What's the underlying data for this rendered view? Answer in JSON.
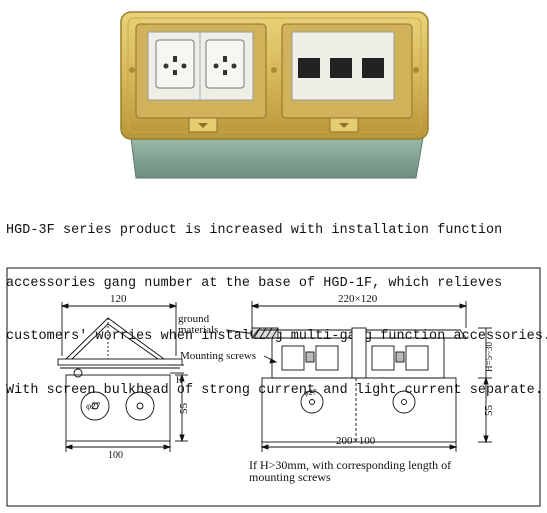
{
  "description": {
    "lines": [
      "HGD-3F series product is increased with installation function",
      "accessories gang number at the base of HGD-1F, which relieves",
      "customers' worries when installing multi-gang function accessories.",
      "With screen bulkhead of strong current and light current separate."
    ]
  },
  "drawing": {
    "left_view": {
      "width_top": "120",
      "width_bottom": "100",
      "height_small": "H",
      "height_main": "55",
      "socket_dia": "φ27"
    },
    "right_view": {
      "width_top": "220×120",
      "width_bottom": "200×100",
      "height_small": "H=5~30",
      "height_main": "55",
      "socket_dia": "φ27"
    },
    "labels": {
      "ground": "ground",
      "materials": "materials",
      "mounting_screws": "Mounting screws"
    },
    "note": {
      "line1": "If H>30mm, with corresponding length of",
      "line2": "mounting screws"
    }
  }
}
